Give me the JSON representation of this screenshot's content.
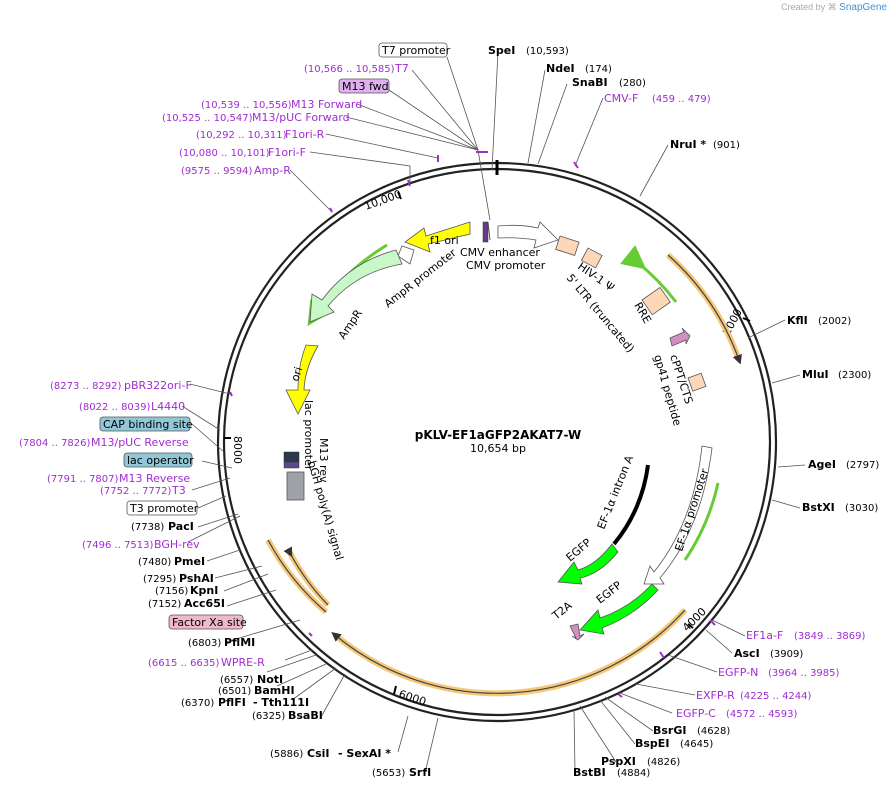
{
  "header": {
    "credit_prefix": "Created by",
    "credit_brand": "SnapGene"
  },
  "plasmid": {
    "name": "pKLV-EF1aGFP2AKAT7-W",
    "size_label": "10,654 bp",
    "length": 10654
  },
  "ticks": [
    {
      "bp": 2000,
      "label": "2000"
    },
    {
      "bp": 4000,
      "label": "4000"
    },
    {
      "bp": 6000,
      "label": "6000"
    },
    {
      "bp": 8000,
      "label": "8000"
    },
    {
      "bp": 10000,
      "label": "10,000"
    }
  ],
  "enzymes": [
    {
      "name": "SpeI",
      "pos": "(10,593)"
    },
    {
      "name": "NdeI",
      "pos": "(174)"
    },
    {
      "name": "SnaBI",
      "pos": "(280)"
    },
    {
      "name": "NruI *",
      "pos": "(901)"
    },
    {
      "name": "KflI",
      "pos": "(2002)"
    },
    {
      "name": "MluI",
      "pos": "(2300)"
    },
    {
      "name": "AgeI",
      "pos": "(2797)"
    },
    {
      "name": "BstXI",
      "pos": "(3030)"
    },
    {
      "name": "AscI",
      "pos": "(3909)"
    },
    {
      "name": "BsrGI",
      "pos": "(4628)"
    },
    {
      "name": "BspEI",
      "pos": "(4645)"
    },
    {
      "name": "PspXI",
      "pos": "(4826)"
    },
    {
      "name": "BstBI",
      "pos": "(4884)"
    },
    {
      "name": "SrfI",
      "pos": "(5653)"
    },
    {
      "name": "CsiI",
      "pos": "(5886)"
    },
    {
      "name": "- SexAI *",
      "pos": ""
    },
    {
      "name": "BsaBI",
      "pos": "(6325)"
    },
    {
      "name": "PflFI",
      "pos": "(6370)"
    },
    {
      "name": "- Tth111I",
      "pos": ""
    },
    {
      "name": "BamHI",
      "pos": "(6501)"
    },
    {
      "name": "NotI",
      "pos": "(6557)"
    },
    {
      "name": "PflMI",
      "pos": "(6803)"
    },
    {
      "name": "Acc65I",
      "pos": "(7152)"
    },
    {
      "name": "KpnI",
      "pos": "(7156)"
    },
    {
      "name": "PshAI",
      "pos": "(7295)"
    },
    {
      "name": "PmeI",
      "pos": "(7480)"
    },
    {
      "name": "PacI",
      "pos": "(7738)"
    }
  ],
  "primers": [
    {
      "name": "T7",
      "range": "(10,566 .. 10,585)"
    },
    {
      "name": "M13 Forward",
      "range": "(10,539 .. 10,556)"
    },
    {
      "name": "M13/pUC Forward",
      "range": "(10,525 .. 10,547)"
    },
    {
      "name": "F1ori-R",
      "range": "(10,292 .. 10,311)"
    },
    {
      "name": "F1ori-F",
      "range": "(10,080 .. 10,101)"
    },
    {
      "name": "Amp-R",
      "range": "(9575 .. 9594)"
    },
    {
      "name": "CMV-F",
      "range": "(459 .. 479)"
    },
    {
      "name": "pBR322ori-F",
      "range": "(8273 .. 8292)"
    },
    {
      "name": "L4440",
      "range": "(8022 .. 8039)"
    },
    {
      "name": "M13/pUC Reverse",
      "range": "(7804 .. 7826)"
    },
    {
      "name": "M13 Reverse",
      "range": "(7791 .. 7807)"
    },
    {
      "name": "T3",
      "range": "(7752 .. 7772)"
    },
    {
      "name": "BGH-rev",
      "range": "(7496 .. 7513)"
    },
    {
      "name": "WPRE-R",
      "range": "(6615 .. 6635)"
    },
    {
      "name": "EF1a-F",
      "range": "(3849 .. 3869)"
    },
    {
      "name": "EGFP-N",
      "range": "(3964 .. 3985)"
    },
    {
      "name": "EXFP-R",
      "range": "(4225 .. 4244)"
    },
    {
      "name": "EGFP-C",
      "range": "(4572 .. 4593)"
    }
  ],
  "boxed_labels": [
    {
      "name": "T7 promoter",
      "fill": "#ffffff"
    },
    {
      "name": "M13 fwd",
      "fill": "#e0b0f0"
    },
    {
      "name": "CAP binding site",
      "fill": "#90c8d8"
    },
    {
      "name": "lac operator",
      "fill": "#90c8d8"
    },
    {
      "name": "T3 promoter",
      "fill": "#ffffff"
    },
    {
      "name": "Factor Xa site",
      "fill": "#f0b8c8"
    }
  ],
  "inner_features": [
    {
      "name": "f1 ori",
      "color": "#ffff00"
    },
    {
      "name": "CMV enhancer",
      "color": "#ffffff"
    },
    {
      "name": "CMV promoter",
      "color": "#ffffff"
    },
    {
      "name": "HIV-1 Ψ",
      "color": "#fcd8b8"
    },
    {
      "name": "5' LTR (truncated)",
      "color": "#fcd8b8"
    },
    {
      "name": "RRE",
      "color": "#fcd8b8"
    },
    {
      "name": "cPPT/CTS",
      "color": "#fcd8b8"
    },
    {
      "name": "gp41 peptide",
      "color": "#d090c0"
    },
    {
      "name": "AmpR promoter",
      "color": "#ffffff"
    },
    {
      "name": "AmpR",
      "color": "#c8f8c8"
    },
    {
      "name": "ori",
      "color": "#ffff00"
    },
    {
      "name": "lac promoter",
      "color": "#ffffff"
    },
    {
      "name": "M13 rev",
      "color": "#ffffff"
    },
    {
      "name": "bGH poly(A) signal",
      "color": "#a0a0a8"
    },
    {
      "name": "EF-1α intron A",
      "color": "#000000"
    },
    {
      "name": "EF-1α promoter",
      "color": "#ffffff"
    },
    {
      "name": "EGFP",
      "color": "#00ff00"
    },
    {
      "name": "T2A",
      "color": "#d090c0"
    }
  ],
  "colors": {
    "backbone": "#222222",
    "primer": "#a02cd0",
    "orf_highlight": "#f5c87a",
    "green_arc": "#66cc33"
  }
}
